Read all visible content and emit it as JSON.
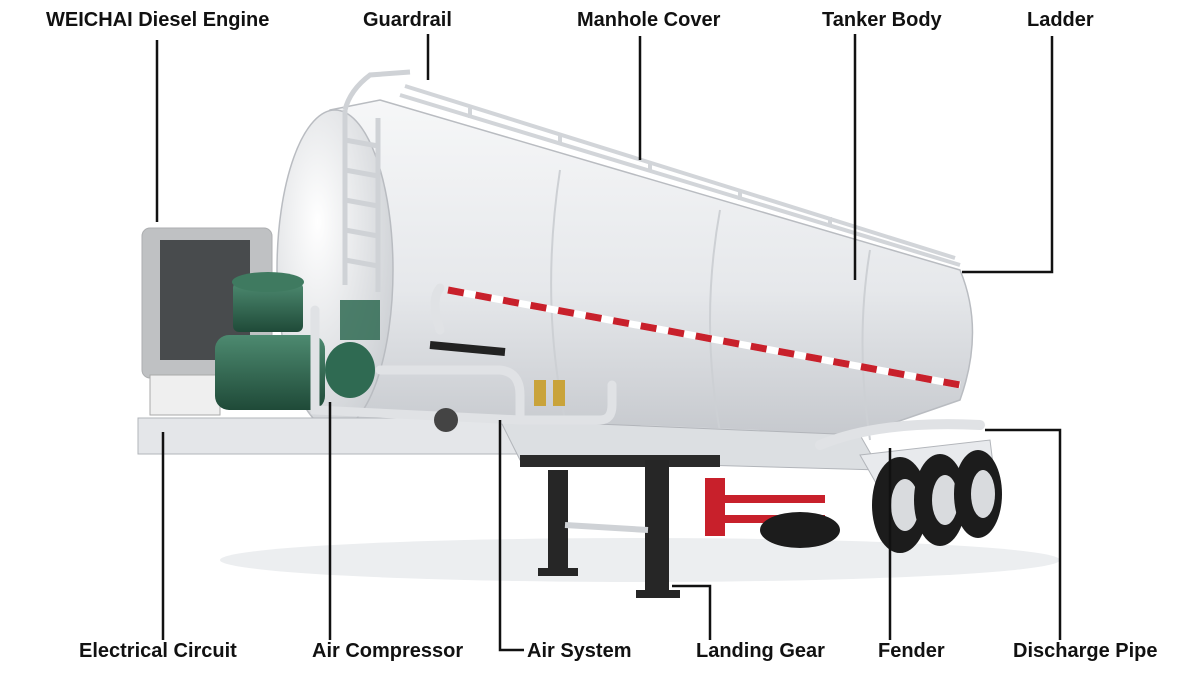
{
  "labels": {
    "engine": "WEICHAI Diesel Engine",
    "guardrail": "Guardrail",
    "manhole": "Manhole Cover",
    "tanker_body": "Tanker Body",
    "ladder": "Ladder",
    "electrical": "Electrical Circuit",
    "air_compressor": "Air Compressor",
    "air_system": "Air System",
    "landing_gear": "Landing Gear",
    "fender": "Fender",
    "discharge_pipe": "Discharge Pipe"
  },
  "colors": {
    "tank": "#e9ebee",
    "tank_shadow": "#c9ccd1",
    "stripe_red": "#c8202b",
    "compressor_green": "#2f6a52",
    "chassis_dark": "#262626",
    "tire": "#1c1c1c",
    "callout_line": "#111111"
  }
}
